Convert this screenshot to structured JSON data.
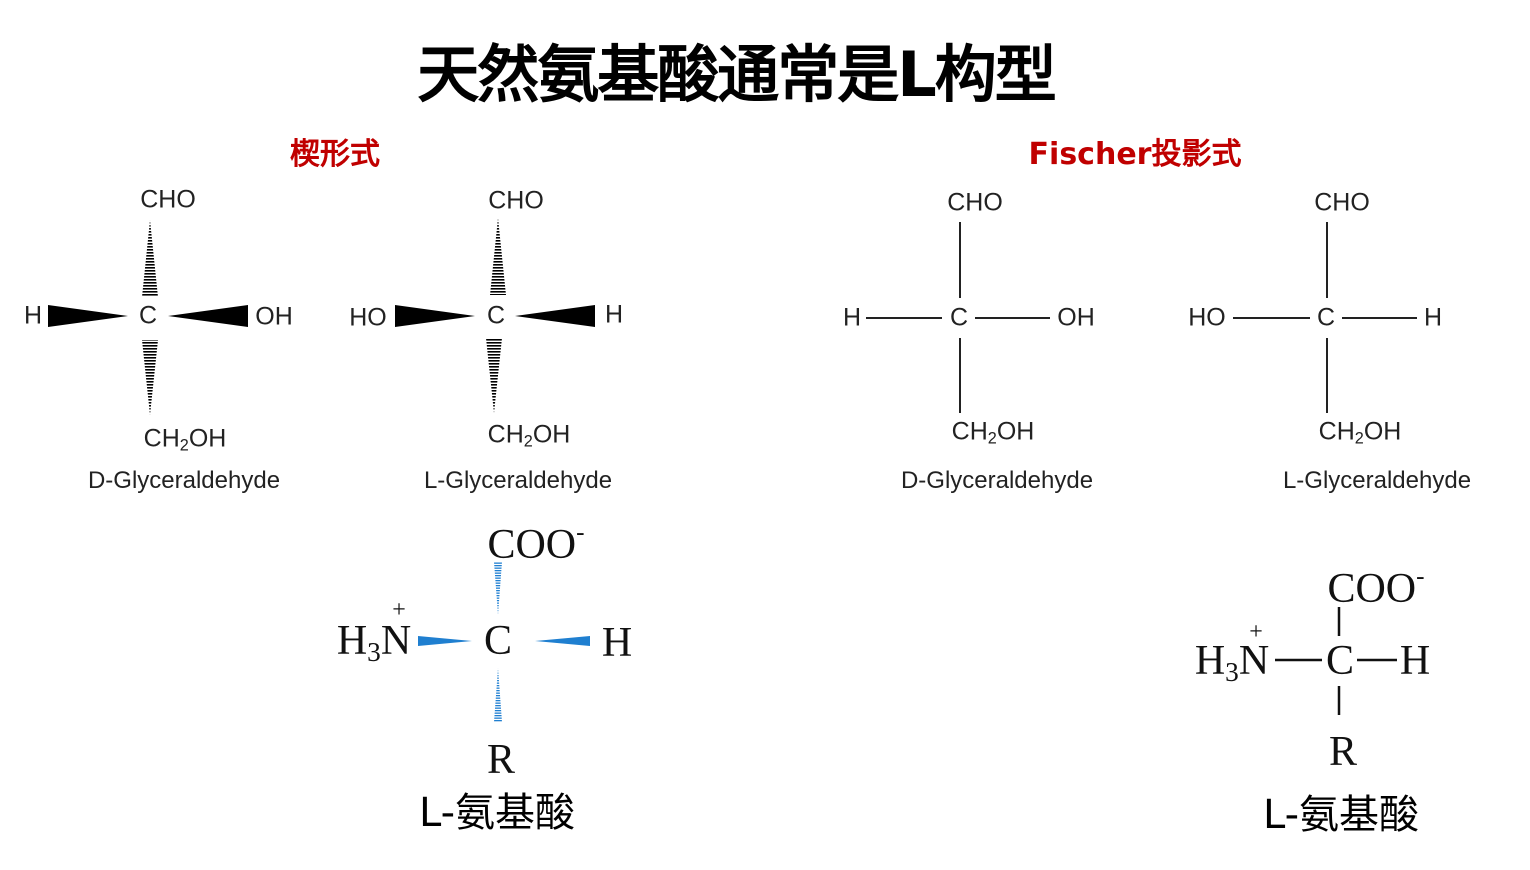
{
  "title": "天然氨基酸通常是L构型",
  "sections": {
    "wedge": "楔形式",
    "fischer": "Fischer投影式"
  },
  "glyceraldehyde": {
    "top": "CHO",
    "center": "C",
    "bottom_main": "CH",
    "bottom_sub": "2",
    "bottom_tail": "OH",
    "h": "H",
    "oh": "OH",
    "ho": "HO",
    "d_label": "D-Glyceraldehyde",
    "l_label": "L-Glyceraldehyde"
  },
  "amino_acid": {
    "top": "COO",
    "top_charge": "-",
    "amine_h": "H",
    "amine_sub": "3",
    "amine_n": "N",
    "amine_charge": "+",
    "center": "C",
    "h": "H",
    "r": "R",
    "label": "L-氨基酸"
  },
  "colors": {
    "accent_red": "#c00000",
    "wedge_blue": "#1f7fd0"
  }
}
